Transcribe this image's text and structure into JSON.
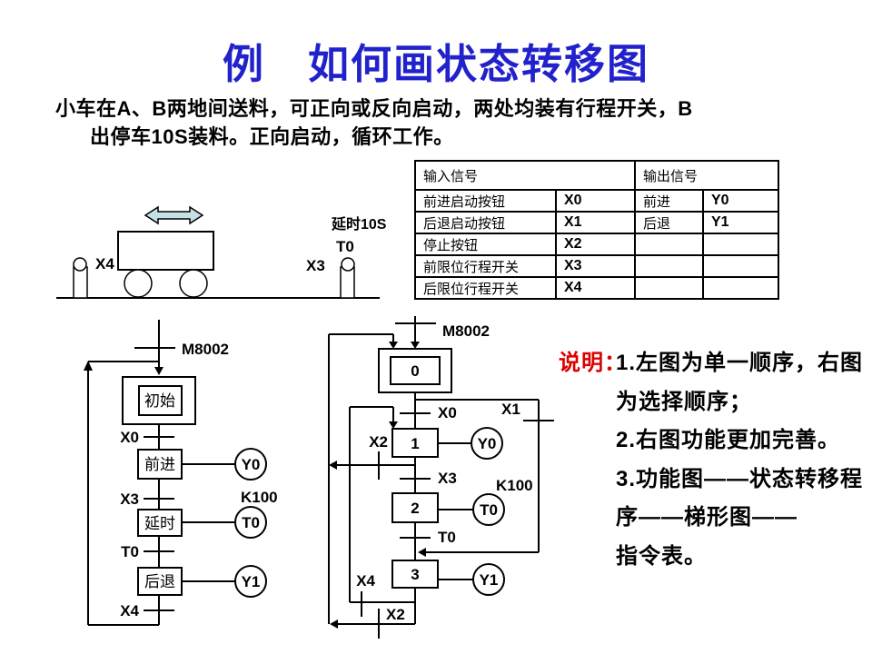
{
  "title": "例　如何画状态转移图",
  "description": {
    "line1": "小车在A、B两地间送料，可正向或反向启动，两处均装有行程开关，B",
    "line2": "出停车10S装料。正向启动，循环工作。"
  },
  "colors": {
    "title_blue": "#2222cc",
    "notes_red": "#dd0000",
    "shape_fill_blue": "#c5e0e6",
    "line_black": "#000000"
  },
  "signal_table": {
    "headers": {
      "input": "输入信号",
      "output": "输出信号"
    },
    "rows": [
      {
        "input_label": "前进启动按钮",
        "input_code": "X0",
        "output_label": "前进",
        "output_code": "Y0"
      },
      {
        "input_label": "后退启动按钮",
        "input_code": "X1",
        "output_label": "后退",
        "output_code": "Y1"
      },
      {
        "input_label": "停止按钮",
        "input_code": "X2",
        "output_label": "",
        "output_code": ""
      },
      {
        "input_label": "前限位行程开关",
        "input_code": "X3",
        "output_label": "",
        "output_code": ""
      },
      {
        "input_label": "后限位行程开关",
        "input_code": "X4",
        "output_label": "",
        "output_code": ""
      }
    ]
  },
  "cart_diagram": {
    "delay_label": "延时10S",
    "timer": "T0",
    "left_switch": "X4",
    "right_switch": "X3"
  },
  "left_chart": {
    "entry": "M8002",
    "init_state": "初始",
    "t_x0": "X0",
    "state_forward": "前进",
    "out_y0": "Y0",
    "t_x3": "X3",
    "k100": "K100",
    "state_delay": "延时",
    "out_t0": "T0",
    "t_t0": "T0",
    "state_back": "后退",
    "out_y1": "Y1",
    "t_x4": "X4"
  },
  "right_chart": {
    "entry": "M8002",
    "s0": "0",
    "t_x0": "X0",
    "t_x1": "X1",
    "t_x2_upper": "X2",
    "s1": "1",
    "out_y0": "Y0",
    "t_x3": "X3",
    "k100": "K100",
    "s2": "2",
    "out_t0": "T0",
    "t_t0": "T0",
    "s3": "3",
    "out_y1": "Y1",
    "t_x4": "X4",
    "t_x2_lower": "X2"
  },
  "notes": {
    "label": "说明：",
    "lines": [
      "1.左图为单一顺序，右图",
      "为选择顺序；",
      "2.右图功能更加完善。",
      "3.功能图——状态转移程",
      "序——梯形图——",
      "指令表。"
    ]
  }
}
